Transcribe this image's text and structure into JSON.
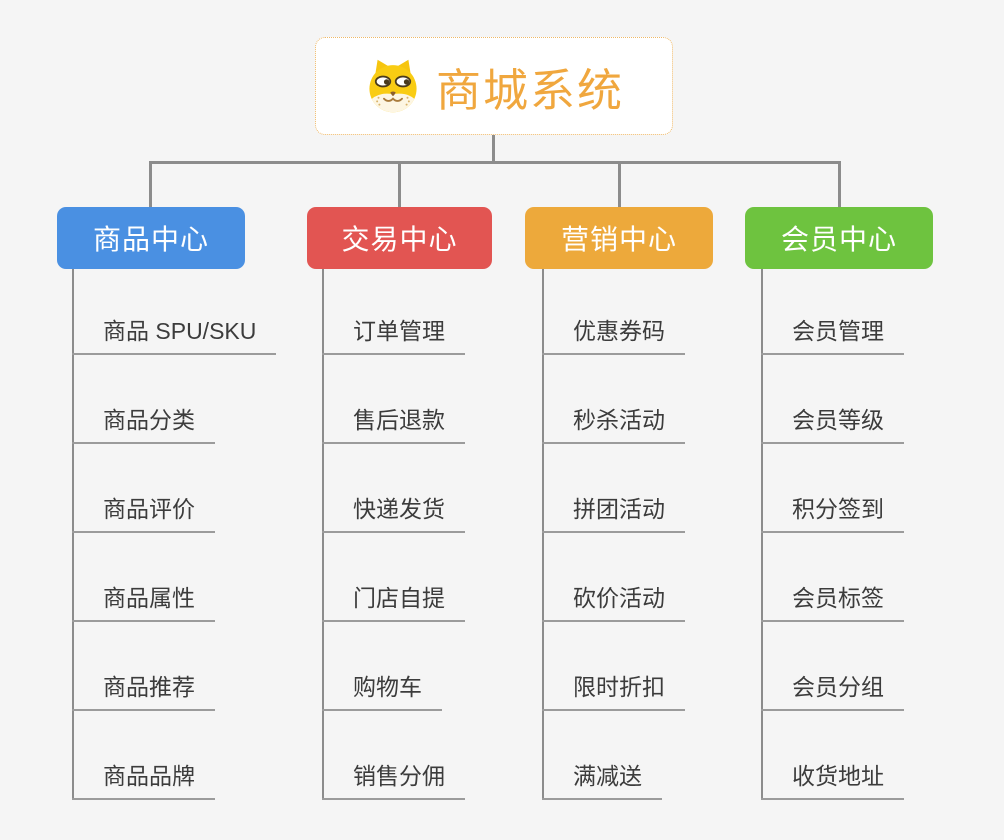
{
  "root": {
    "title": "商城系统",
    "icon": "doge-icon"
  },
  "branches": [
    {
      "label": "商品中心",
      "color": "#4A90E2",
      "items": [
        "商品 SPU/SKU",
        "商品分类",
        "商品评价",
        "商品属性",
        "商品推荐",
        "商品品牌"
      ]
    },
    {
      "label": "交易中心",
      "color": "#E25552",
      "items": [
        "订单管理",
        "售后退款",
        "快递发货",
        "门店自提",
        "购物车",
        "销售分佣"
      ]
    },
    {
      "label": "营销中心",
      "color": "#EDA93B",
      "items": [
        "优惠券码",
        "秒杀活动",
        "拼团活动",
        "砍价活动",
        "限时折扣",
        "满减送"
      ]
    },
    {
      "label": "会员中心",
      "color": "#6EC33F",
      "items": [
        "会员管理",
        "会员等级",
        "积分签到",
        "会员标签",
        "会员分组",
        "收货地址"
      ]
    }
  ],
  "colors": {
    "background": "#F5F5F5",
    "connector": "#8C8C8C",
    "leaf_underline": "#9B9B9B",
    "leaf_text": "#3C3C3C",
    "root_text": "#F0A73E",
    "root_border": "#EFB968"
  }
}
